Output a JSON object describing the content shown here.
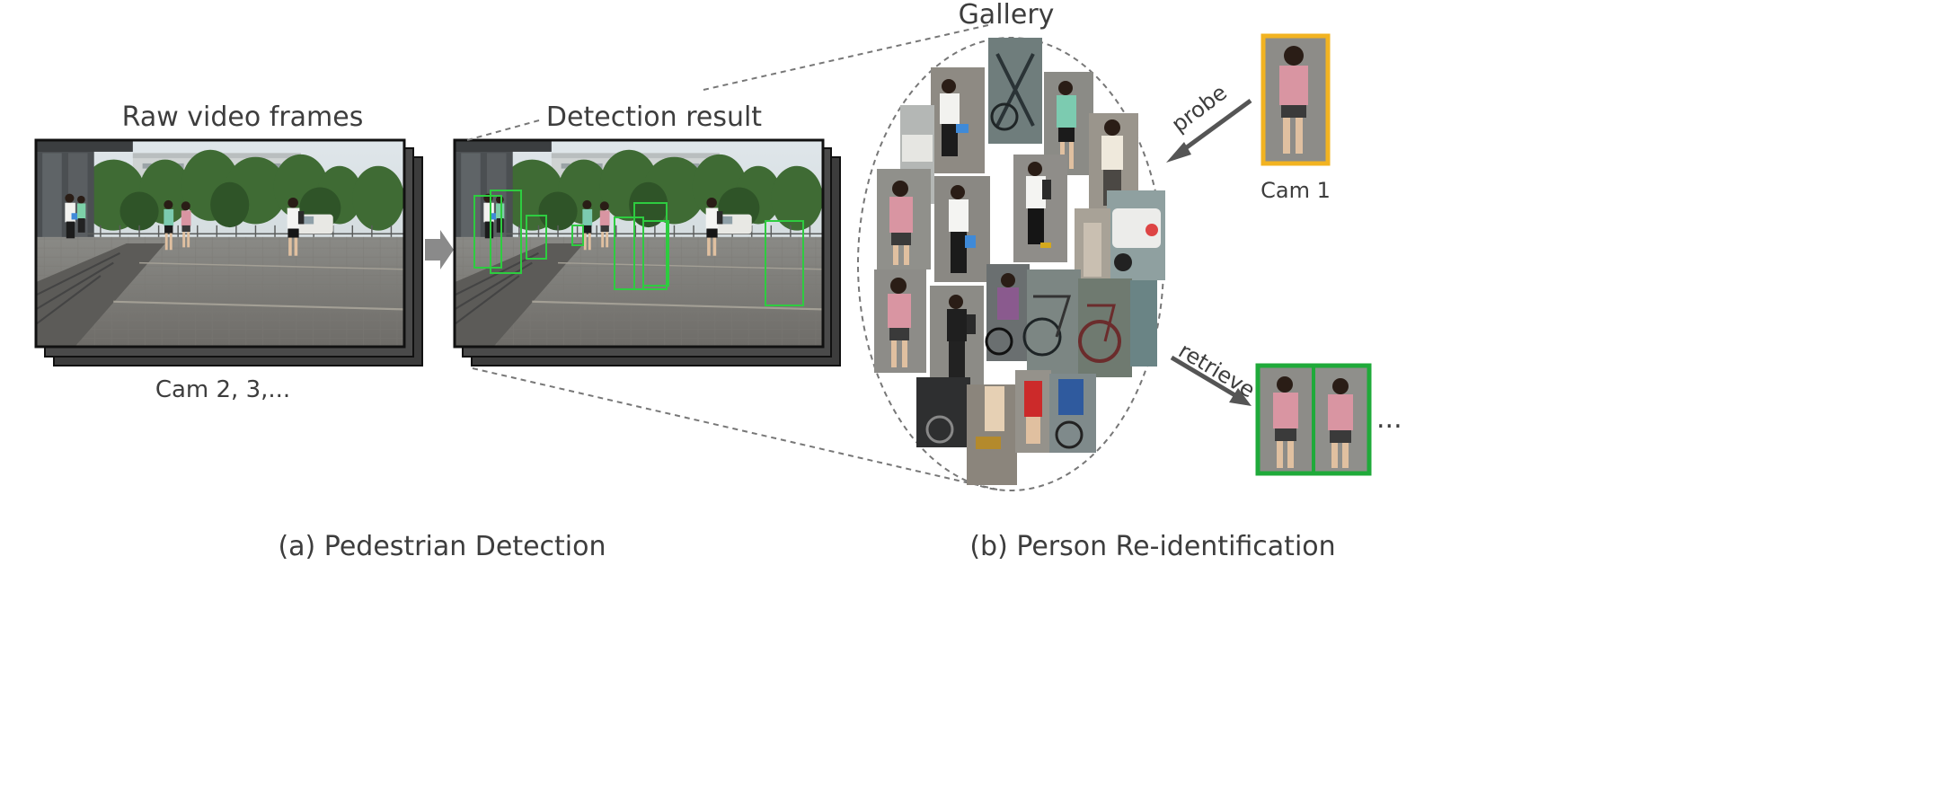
{
  "diagram": {
    "labels": {
      "raw_frames": "Raw video frames",
      "detection_result": "Detection result",
      "cams_left": "Cam 2, 3,...",
      "gallery": "Gallery",
      "probe": "probe",
      "cam1": "Cam 1",
      "retrieve": "retrieve",
      "ellipsis": "...",
      "caption_a": "(a) Pedestrian Detection",
      "caption_b": "(b) Person Re-identification"
    },
    "colors": {
      "frame_border": "#111111",
      "detection_box": "#2ecc40",
      "probe_border": "#f2b321",
      "retrieve_border": "#1faa3a",
      "arrow": "#555555",
      "dashed": "#777777",
      "text": "#3d3d3d"
    },
    "icons": {
      "step_arrow": "right-arrow-icon",
      "probe_arrow": "diagonal-arrow-icon",
      "retrieve_arrow": "diagonal-arrow-icon"
    }
  }
}
